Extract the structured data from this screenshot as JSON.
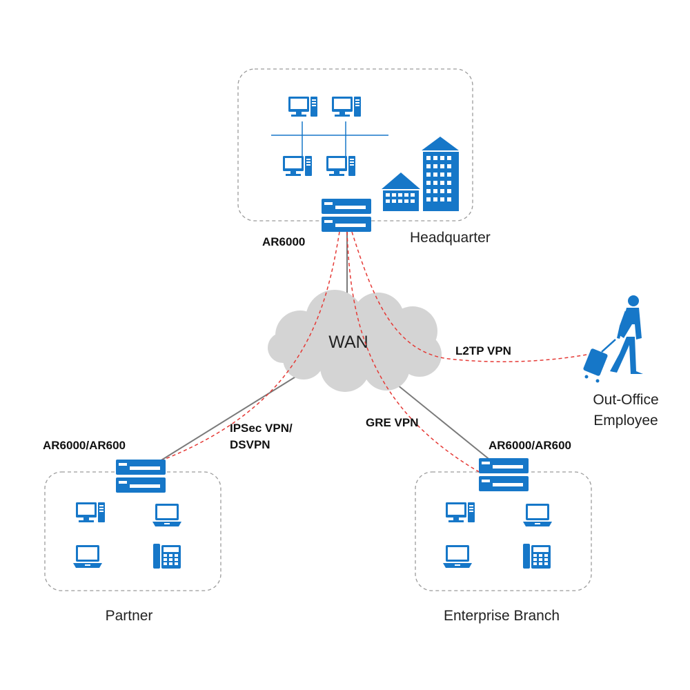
{
  "colors": {
    "device": "#1677c8",
    "device_light": "#5aa9e6",
    "vpn_line": "#e53935",
    "wan_line": "#7a7a7a",
    "cloud": "#d4d4d4",
    "site_border": "#9a9a9a"
  },
  "wan": {
    "label": "WAN"
  },
  "sites": {
    "headquarter": {
      "label": "Headquarter",
      "router_label": "AR6000"
    },
    "partner": {
      "label": "Partner",
      "router_label": "AR6000/AR600"
    },
    "branch": {
      "label": "Enterprise Branch",
      "router_label": "AR6000/AR600"
    },
    "remote": {
      "label_line1": "Out-Office",
      "label_line2": "Employee"
    }
  },
  "vpn_links": {
    "l2tp": "L2TP VPN",
    "gre": "GRE VPN",
    "ipsec_line1": "IPSec VPN/",
    "ipsec_line2": "DSVPN"
  },
  "icons": {
    "hq_devices": [
      "desktop-pc-icon",
      "desktop-pc-icon",
      "desktop-pc-icon",
      "desktop-pc-icon",
      "office-building-icon",
      "office-tower-icon"
    ],
    "partner_devices": [
      "desktop-pc-icon",
      "laptop-icon",
      "laptop-icon",
      "ip-phone-icon"
    ],
    "branch_devices": [
      "desktop-pc-icon",
      "laptop-icon",
      "laptop-icon",
      "ip-phone-icon"
    ],
    "router": "router-icon",
    "traveler": "traveler-icon"
  }
}
